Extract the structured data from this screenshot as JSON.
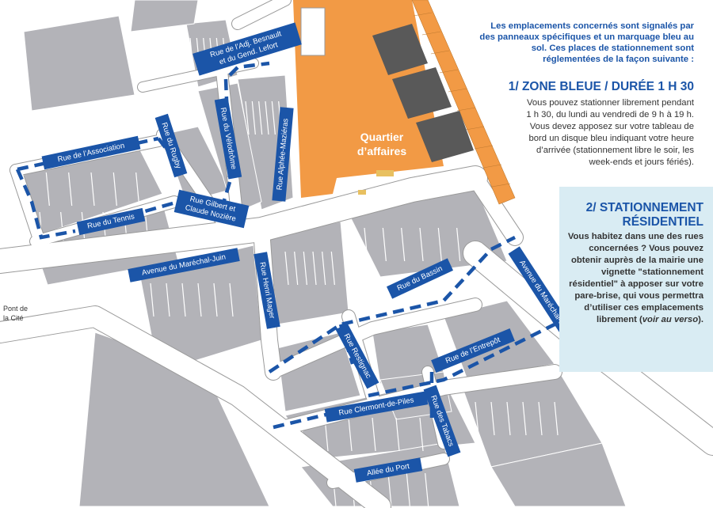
{
  "colors": {
    "street_label_bg": "#1b55a8",
    "blue_zone_dash": "#1b55a8",
    "business_district": "#f29a45",
    "building": "#b3b3b8",
    "dark_building": "#595959",
    "residential_box": "#d9ecf3"
  },
  "map": {
    "business_district_label": [
      "Quartier",
      "d’affaires"
    ],
    "bridge_label": [
      "Pont de",
      "la Cité"
    ],
    "streets": [
      {
        "id": "besnault",
        "lines": [
          "Rue de l’Adj. Besnault",
          "et du Gend. Lefort"
        ]
      },
      {
        "id": "association",
        "lines": [
          "Rue de l’Association"
        ]
      },
      {
        "id": "rugby",
        "lines": [
          "Rue du Rugby"
        ]
      },
      {
        "id": "velodrome",
        "lines": [
          "Rue du Vélodrôme"
        ]
      },
      {
        "id": "mazieras",
        "lines": [
          "Rue Alphée-Maziéras"
        ]
      },
      {
        "id": "tennis",
        "lines": [
          "Rue du Tennis"
        ]
      },
      {
        "id": "gilbert",
        "lines": [
          "Rue Gilbert et",
          "Claude Nozière"
        ]
      },
      {
        "id": "marechal-juin-w",
        "lines": [
          "Avenue du Maréchal-Juin"
        ]
      },
      {
        "id": "henri-mager",
        "lines": [
          "Rue Henri Mager"
        ]
      },
      {
        "id": "bassin",
        "lines": [
          "Rue du Bassin"
        ]
      },
      {
        "id": "marechal-juin-e",
        "lines": [
          "Avenue du Maréchal-Juin"
        ]
      },
      {
        "id": "restignac",
        "lines": [
          "Rue Restignac"
        ]
      },
      {
        "id": "entrepot",
        "lines": [
          "Rue de l’Entrepôt"
        ]
      },
      {
        "id": "clermont",
        "lines": [
          "Rue Clermont-de-Piles"
        ]
      },
      {
        "id": "tabacs",
        "lines": [
          "Rue des Tabacs"
        ]
      },
      {
        "id": "port",
        "lines": [
          "Allée du Port"
        ]
      }
    ]
  },
  "panel": {
    "intro": "Les emplacements concernés sont signalés par des panneaux spécifiques et un marquage bleu au sol. Ces places de stationnement sont réglementées de la façon suivante :",
    "zone_title": "1/ ZONE BLEUE / DURÉE 1 H 30",
    "zone_text": "Vous pouvez stationner librement pendant 1 h 30, du lundi au vendredi de 9 h à 19 h. Vous devez apposez sur votre tableau de bord un disque bleu indiquant votre heure d’arrivée (stationnement libre le soir, les week-ends et jours fériés).",
    "residential_title_1": "2/ STATIONNEMENT",
    "residential_title_2": "RÉSIDENTIEL",
    "residential_text": "Vous habitez dans une des rues concernées ? Vous pouvez obtenir auprès de la mairie une vignette \"stationnement résidentiel\" à apposer sur votre pare-brise, qui vous permettra d’utiliser ces emplacements librement (",
    "residential_text_em": "voir au verso",
    "residential_text_end": ")."
  }
}
